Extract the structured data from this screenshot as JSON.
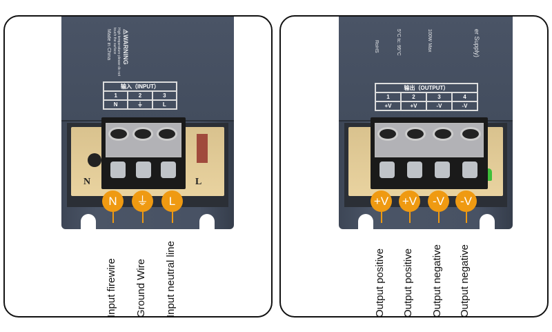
{
  "input_panel": {
    "case_markings": {
      "warning": "⚠WARNING",
      "warning_sub": "High temperature please do not touch the surface",
      "origin": "Made in China"
    },
    "terminal_table": {
      "title": "输入（INPUT）",
      "numbers": [
        "1",
        "2",
        "3"
      ],
      "symbols": [
        "N",
        "⏚",
        "L"
      ]
    },
    "pcb_labels": [
      "N",
      "L"
    ],
    "terminals": [
      {
        "badge": "N",
        "label": "Input firewire"
      },
      {
        "badge": "⏚",
        "label": "Ground Wire"
      },
      {
        "badge": "L",
        "label": "Input neutral line"
      }
    ]
  },
  "output_panel": {
    "case_markings": {
      "title": "er Supply)",
      "power": "100W Max",
      "temp": "5°C tc: 95°C",
      "cert": "RoHS"
    },
    "terminal_table": {
      "title": "输出（OUTPUT）",
      "numbers": [
        "1",
        "2",
        "3",
        "4"
      ],
      "symbols": [
        "+V",
        "+V",
        "-V",
        "-V"
      ]
    },
    "terminals": [
      {
        "badge": "+V",
        "label": "Output positive"
      },
      {
        "badge": "+V",
        "label": "Output positive"
      },
      {
        "badge": "-V",
        "label": "Output negative"
      },
      {
        "badge": "-V",
        "label": "Output negative"
      }
    ]
  },
  "colors": {
    "badge": "#ef9a12",
    "case": "#454f60",
    "frame": "#111111"
  }
}
